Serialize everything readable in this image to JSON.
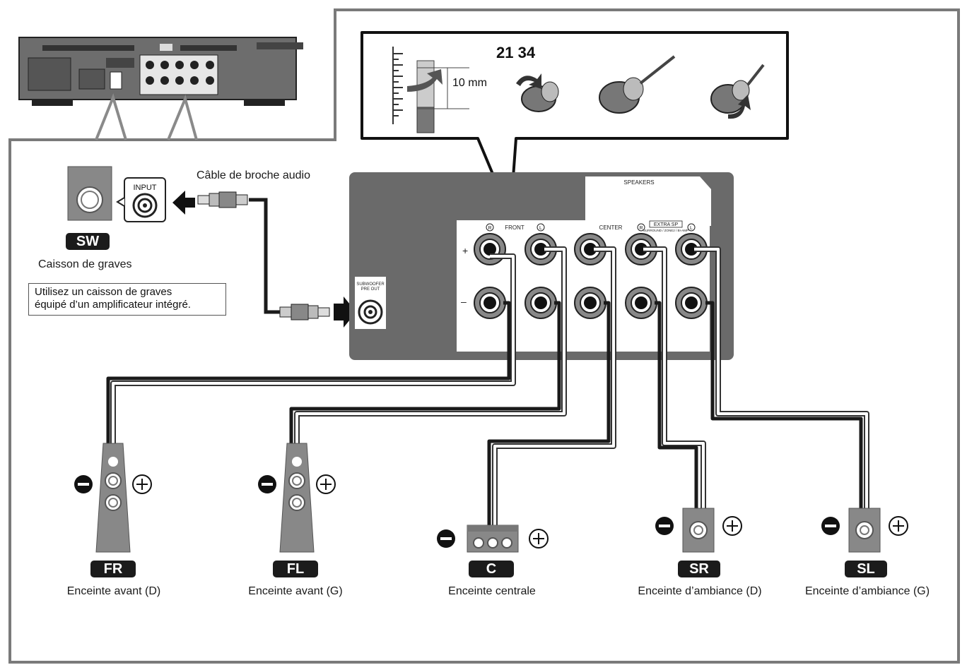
{
  "strip": {
    "step_numbers": "21 34",
    "measure": "10 mm"
  },
  "subwoofer": {
    "input_label": "INPUT",
    "badge": "SW",
    "label": "Caisson de graves",
    "cable_label": "Câble de broche audio",
    "note_line1": "Utilisez un caisson de graves",
    "note_line2": "équipé d’un amplificateur intégré."
  },
  "receiver_panel": {
    "speakers_title": "SPEAKERS",
    "front": "FRONT",
    "center": "CENTER",
    "extra_sp": "EXTRA SP",
    "extra_sp_sub": "SURROUND / ZONE2 / BI-AMP",
    "sub_out_line1": "SUBWOOFER",
    "sub_out_line2": "PRE OUT",
    "r_mark": "R",
    "l_mark": "L",
    "plus": "+",
    "minus": "–"
  },
  "speakers": [
    {
      "badge": "FR",
      "label": "Enceinte avant (D)"
    },
    {
      "badge": "FL",
      "label": "Enceinte avant (G)"
    },
    {
      "badge": "C",
      "label": "Enceinte centrale"
    },
    {
      "badge": "SR",
      "label": "Enceinte d’ambiance (D)"
    },
    {
      "badge": "SL",
      "label": "Enceinte d’ambiance (G)"
    }
  ],
  "colors": {
    "panel": "#6a6a6a",
    "speaker_body": "#888888",
    "cable": "#1a1a1a",
    "outline": "#777777"
  }
}
